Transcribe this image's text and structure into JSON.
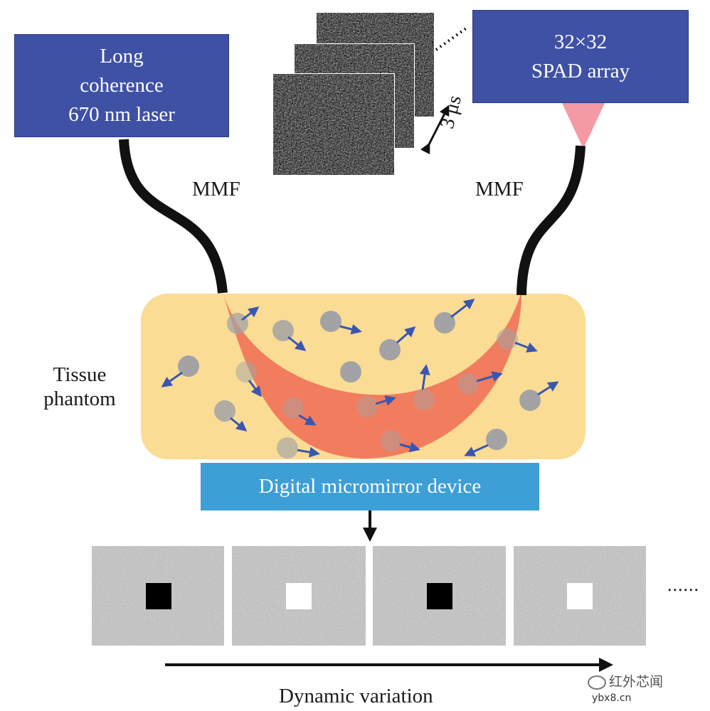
{
  "laser_box": {
    "text": "Long\ncoherence\n670 nm laser"
  },
  "spad_box": {
    "text": "32×32\nSPAD array"
  },
  "fiber_labels": {
    "left": "MMF",
    "right": "MMF"
  },
  "frame_interval": "3 μs",
  "tissue_label": "Tissue\nphantom",
  "dmd_label": "Digital micromirror device",
  "pattern_frames": [
    {
      "square": "black"
    },
    {
      "square": "white"
    },
    {
      "square": "black"
    },
    {
      "square": "white"
    }
  ],
  "continuation": "......",
  "timeline_label": "Dynamic variation",
  "watermark": {
    "brand": "红外芯闻",
    "site": "ybx8.cn"
  },
  "colors": {
    "box_blue": "#3f51a5",
    "dmd_blue": "#3d9fd6",
    "phantom": "#fbdc94",
    "light_path": "#f27c5e",
    "particle": "#a3a3a5",
    "arrow": "#3a56b0",
    "detector_cone": "#f49aa5"
  }
}
